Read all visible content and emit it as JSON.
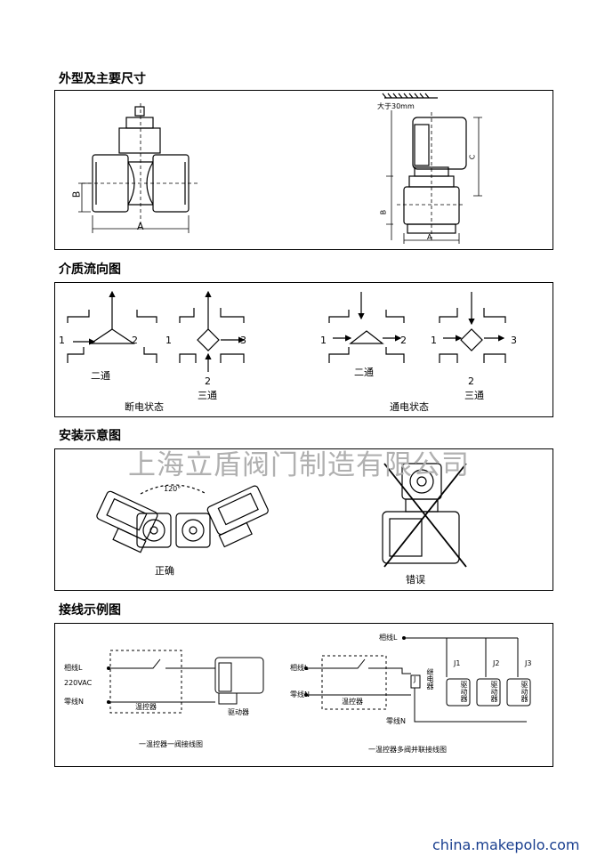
{
  "sections": {
    "dimensions": {
      "title": "外型及主要尺寸",
      "valve_labels": {
        "b": "B",
        "a": "A"
      },
      "actuator_labels": {
        "note": "大于30mm",
        "c": "C",
        "b": "B",
        "a": "A"
      }
    },
    "flow": {
      "title": "介质流向图",
      "port_labels": {
        "p1": "1",
        "p2": "2",
        "p3": "3"
      },
      "two_way": "二通",
      "three_way": "三通",
      "off_state": "断电状态",
      "on_state": "通电状态"
    },
    "install": {
      "title": "安装示意图",
      "angle": "120°",
      "correct": "正确",
      "wrong": "错误"
    },
    "wiring": {
      "title": "接线示例图",
      "left": {
        "live": "相线L",
        "voltage": "220VAC",
        "neutral": "零线N",
        "thermostat": "温控器",
        "driver": "驱动器",
        "caption": "一温控器一阀接线图"
      },
      "right": {
        "live_top": "相线L",
        "live": "相线L",
        "neutral": "零线N",
        "neutral_bottom": "零线N",
        "thermostat": "温控器",
        "relay_symbol": "J",
        "relay": "继电器",
        "j1": "J1",
        "j2": "J2",
        "j3": "J3",
        "driver": "驱动器",
        "caption": "一温控器多阀并联接线图"
      }
    }
  },
  "watermark": "上海立盾阀门制造有限公司",
  "footer": "china.makepolo.com"
}
